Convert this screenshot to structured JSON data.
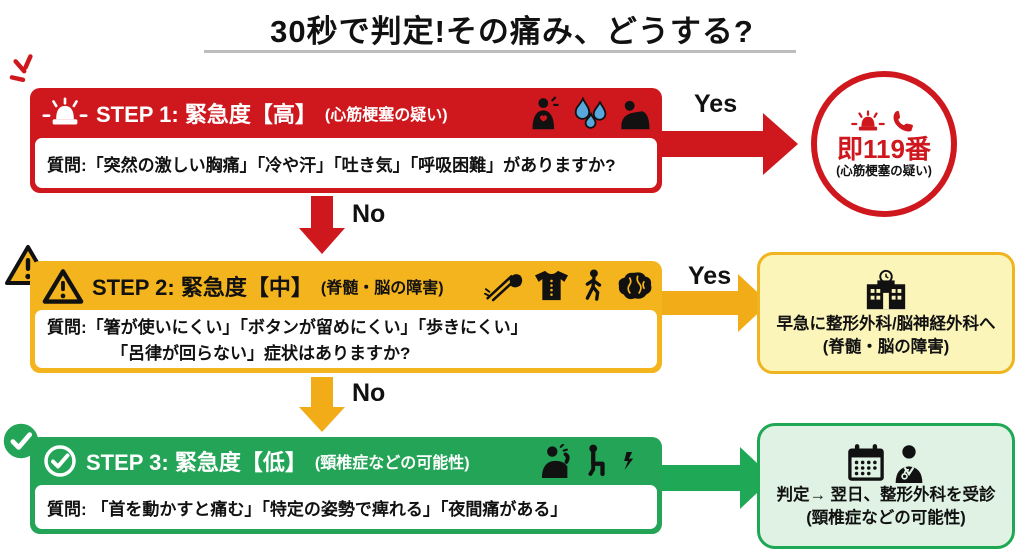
{
  "title": "30秒で判定!その痛み、どうする?",
  "colors": {
    "step1_red": "#CE181E",
    "step2_yellow": "#F4B41D",
    "step2_box_fill": "#FBF5BA",
    "step3_green": "#23A457",
    "step3_box_fill": "#DFF2E3",
    "sweat_blue": "#58A8DE",
    "text_black": "#111111"
  },
  "steps": [
    {
      "banner_label": "STEP 1: 緊急度【高】",
      "banner_note": "(心筋梗塞の疑い)",
      "question": "質問:「突然の激しい胸痛」「冷や汗」「吐き気」「呼吸困難」がありますか?",
      "yes_label": "Yes",
      "no_label": "No",
      "icons": [
        "siren-icon",
        "chest-pain-person-icon",
        "sweat-drops-icon",
        "nausea-person-icon"
      ]
    },
    {
      "banner_label": "STEP 2: 緊急度【中】",
      "banner_note": "(脊髄・脳の障害)",
      "question_line1": "質問:「箸が使いにくい」「ボタンが留めにくい」「歩きにくい」",
      "question_line2": "「呂律が回らない」症状はありますか?",
      "yes_label": "Yes",
      "no_label": "No",
      "icons": [
        "warning-triangle-icon",
        "chopsticks-hand-icon",
        "shirt-button-icon",
        "walking-person-icon",
        "brain-icon"
      ]
    },
    {
      "banner_label": "STEP 3: 緊急度【低】",
      "banner_note": "(頸椎症などの可能性)",
      "question": "質問: 「首を動かすと痛む」「特定の姿勢で痺れる」「夜間痛がある」",
      "icons": [
        "check-circle-icon",
        "neck-pain-person-icon",
        "sitting-person-icon",
        "night-pain-moon-icon"
      ]
    }
  ],
  "outcomes": {
    "emergency": {
      "line1": "即119番",
      "line2": "(心筋梗塞の疑い)",
      "icons": [
        "siren-icon",
        "phone-icon"
      ]
    },
    "hospital": {
      "line1": "早急に整形外科/脳神経外科へ",
      "line2": "(脊髄・脳の障害)",
      "icons": [
        "hospital-icon"
      ]
    },
    "clinic": {
      "line1": "判定→ 翌日、整形外科を受診",
      "line2": "(頸椎症などの可能性)",
      "icons": [
        "calendar-icon",
        "doctor-icon"
      ]
    }
  }
}
